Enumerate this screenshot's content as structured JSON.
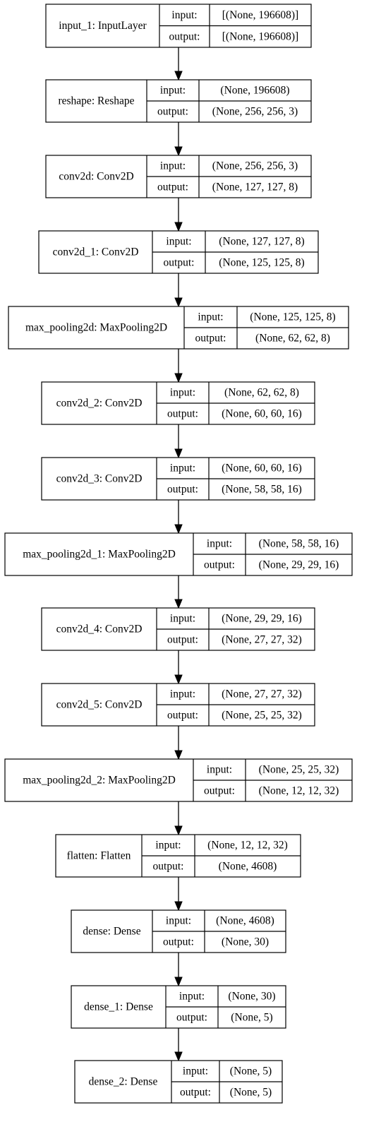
{
  "labels": {
    "input": "input:",
    "output": "output:"
  },
  "layers": [
    {
      "name": "input_1: InputLayer",
      "input": "[(None, 196608)]",
      "output": "[(None, 196608)]"
    },
    {
      "name": "reshape: Reshape",
      "input": "(None, 196608)",
      "output": "(None, 256, 256, 3)"
    },
    {
      "name": "conv2d: Conv2D",
      "input": "(None, 256, 256, 3)",
      "output": "(None, 127, 127, 8)"
    },
    {
      "name": "conv2d_1: Conv2D",
      "input": "(None, 127, 127, 8)",
      "output": "(None, 125, 125, 8)"
    },
    {
      "name": "max_pooling2d: MaxPooling2D",
      "input": "(None, 125, 125, 8)",
      "output": "(None, 62, 62, 8)"
    },
    {
      "name": "conv2d_2: Conv2D",
      "input": "(None, 62, 62, 8)",
      "output": "(None, 60, 60, 16)"
    },
    {
      "name": "conv2d_3: Conv2D",
      "input": "(None, 60, 60, 16)",
      "output": "(None, 58, 58, 16)"
    },
    {
      "name": "max_pooling2d_1: MaxPooling2D",
      "input": "(None, 58, 58, 16)",
      "output": "(None, 29, 29, 16)"
    },
    {
      "name": "conv2d_4: Conv2D",
      "input": "(None, 29, 29, 16)",
      "output": "(None, 27, 27, 32)"
    },
    {
      "name": "conv2d_5: Conv2D",
      "input": "(None, 27, 27, 32)",
      "output": "(None, 25, 25, 32)"
    },
    {
      "name": "max_pooling2d_2: MaxPooling2D",
      "input": "(None, 25, 25, 32)",
      "output": "(None, 12, 12, 32)"
    },
    {
      "name": "flatten: Flatten",
      "input": "(None, 12, 12, 32)",
      "output": "(None, 4608)"
    },
    {
      "name": "dense: Dense",
      "input": "(None, 4608)",
      "output": "(None, 30)"
    },
    {
      "name": "dense_1: Dense",
      "input": "(None, 30)",
      "output": "(None, 5)"
    },
    {
      "name": "dense_2: Dense",
      "input": "(None, 5)",
      "output": "(None, 5)"
    }
  ]
}
